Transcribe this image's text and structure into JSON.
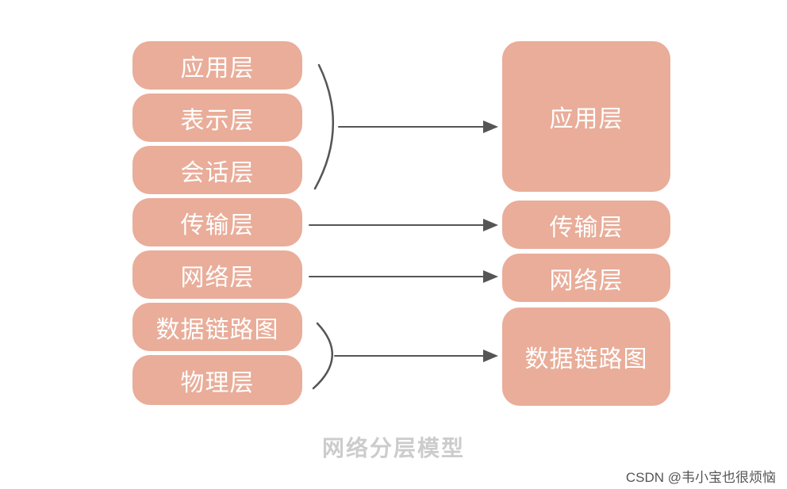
{
  "left_layers": [
    "应用层",
    "表示层",
    "会话层",
    "传输层",
    "网络层",
    "数据链路图",
    "物理层"
  ],
  "right_layers": [
    "应用层",
    "传输层",
    "网络层",
    "数据链路图"
  ],
  "caption": "网络分层模型",
  "watermark": "CSDN @韦小宝也很烦恼",
  "colors": {
    "box_fill": "#e9ad99",
    "box_text": "#ffffff",
    "arrow": "#555555",
    "caption": "#cccccc"
  }
}
